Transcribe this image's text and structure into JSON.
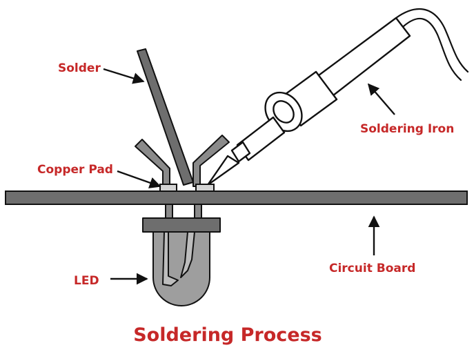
{
  "title": "Soldering Process",
  "labels": {
    "solder": "Solder",
    "copper_pad": "Copper Pad",
    "led": "LED",
    "soldering_iron": "Soldering Iron",
    "circuit_board": "Circuit Board"
  },
  "colors": {
    "label_red": "#c62828",
    "board_gray": "#6e6e6e",
    "lead_gray": "#8a8a8a",
    "led_body": "#9e9e9e",
    "pad_light": "#d4d4d4",
    "outline": "#111111",
    "background": "#ffffff"
  }
}
